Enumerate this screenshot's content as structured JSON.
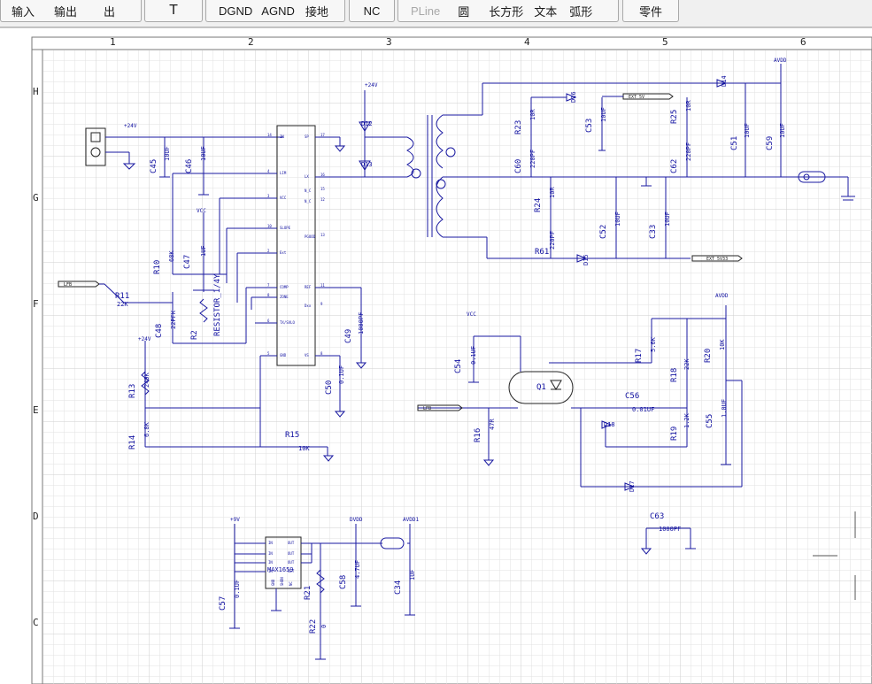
{
  "toolbar": {
    "io_group": [
      "输入",
      "输出",
      "出"
    ],
    "sep_label": "T",
    "net_group": [
      "DGND",
      "AGND",
      "接地"
    ],
    "nc_label": "NC",
    "draw_group": [
      {
        "label": "PLine",
        "disabled": true
      },
      {
        "label": "圆",
        "disabled": false
      },
      {
        "label": "长方形",
        "disabled": false
      },
      {
        "label": "文本",
        "disabled": false
      },
      {
        "label": "弧形",
        "disabled": false
      }
    ],
    "parts_label": "零件"
  },
  "frame": {
    "columns": [
      "1",
      "2",
      "3",
      "4",
      "5",
      "6"
    ],
    "rows": [
      "H",
      "G",
      "F",
      "E",
      "D",
      "C"
    ]
  },
  "schematic": {
    "power_labels": {
      "p24v_top": "+24V",
      "p24v_conn": "+24V",
      "p24v_mid": "+24V",
      "avdd_top": "AVDD",
      "avdd_right": "AVDD",
      "vcc_left": "VCC",
      "vcc_opto": "VCC",
      "p9v": "+9V",
      "dvdd": "DVDD",
      "avdd1": "AVDD1"
    },
    "components": {
      "C45": {
        "ref": "C45",
        "value": "10UF"
      },
      "C46": {
        "ref": "C46",
        "value": "10UF"
      },
      "C47": {
        "ref": "C47",
        "value": "1UF"
      },
      "R10": {
        "ref": "R10",
        "value": "68K"
      },
      "R11": {
        "ref": "R11",
        "value": "22K"
      },
      "C48": {
        "ref": "C48",
        "value": "22PFK"
      },
      "R2": {
        "ref": "R2",
        "value": "RESISTOR_1/4Y"
      },
      "R13": {
        "ref": "R13",
        "value": "249K"
      },
      "R14": {
        "ref": "R14",
        "value": "6.8K"
      },
      "R15": {
        "ref": "R15",
        "value": "10K"
      },
      "C49": {
        "ref": "C49",
        "value": "1000PF"
      },
      "C50": {
        "ref": "C50",
        "value": "0.1UF"
      },
      "D12": {
        "ref": "D12"
      },
      "D13": {
        "ref": "D13"
      },
      "D16": {
        "ref": "D16"
      },
      "D14": {
        "ref": "D14"
      },
      "D15": {
        "ref": "D15"
      },
      "R23": {
        "ref": "R23",
        "value": "10R"
      },
      "C53": {
        "ref": "C53",
        "value": "10UF"
      },
      "R25": {
        "ref": "R25",
        "value": "10R"
      },
      "C51": {
        "ref": "C51",
        "value": "10UF"
      },
      "C59": {
        "ref": "C59",
        "value": "10UF"
      },
      "C60": {
        "ref": "C60",
        "value": "220PF"
      },
      "C62": {
        "ref": "C62",
        "value": "220PF"
      },
      "R24": {
        "ref": "R24",
        "value": "10R"
      },
      "R61": {
        "ref": "R61",
        "value": "220PF"
      },
      "C52": {
        "ref": "C52",
        "value": "10UF"
      },
      "C33": {
        "ref": "C33",
        "value": "10UF"
      },
      "C54": {
        "ref": "C54",
        "value": "0.1UF"
      },
      "Q1": {
        "ref": "Q1"
      },
      "R17": {
        "ref": "R17",
        "value": "5.6K"
      },
      "R18": {
        "ref": "R18",
        "value": "22K"
      },
      "R20": {
        "ref": "R20",
        "value": "10K"
      },
      "C56": {
        "ref": "C56",
        "value": "0.01UF"
      },
      "D18": {
        "ref": "D18"
      },
      "R19": {
        "ref": "R19",
        "value": "1.2K"
      },
      "C55": {
        "ref": "C55",
        "value": "1.0UF"
      },
      "R16": {
        "ref": "R16",
        "value": "47R"
      },
      "D17": {
        "ref": "D17"
      },
      "C63": {
        "ref": "C63",
        "value": "1000PF"
      },
      "U_reg": {
        "ref": "MAX1659"
      },
      "C57": {
        "ref": "C57",
        "value": "0.1UF"
      },
      "R21": {
        "ref": "R21"
      },
      "R22": {
        "ref": "R22",
        "value": "0"
      },
      "C58": {
        "ref": "C58",
        "value": "4.7UF"
      },
      "C34": {
        "ref": "C34",
        "value": "1UF"
      }
    },
    "ic_pins": {
      "left": [
        "IN",
        "LIM",
        "VCC",
        "SLOPE",
        "Ext",
        "COMP",
        "ZONE",
        "TX/SVLO",
        "GND"
      ],
      "left_nums": [
        "14",
        "4",
        "3",
        "10",
        "2",
        "7",
        "8",
        "6",
        "5"
      ],
      "right": [
        "SP",
        "LX",
        "N_C",
        "N_C",
        "PGOOD",
        "REF",
        "Dxx",
        "VS"
      ],
      "right_nums": [
        "17",
        "16",
        "15",
        "12",
        "13",
        "11",
        "9",
        "8"
      ]
    },
    "reg_pins": {
      "left": [
        "IN",
        "IN",
        "IN",
        "IN"
      ],
      "right": [
        "OUT",
        "OUT",
        "OUT",
        "SET"
      ],
      "bottom": [
        "GND",
        "SHDN",
        "NC"
      ]
    },
    "net_flags": {
      "lfb_left": "LFB",
      "lfb_mid": "LFB",
      "ext_5v": "EXT_5V",
      "ext_5v33": "EXT_5V33"
    }
  }
}
